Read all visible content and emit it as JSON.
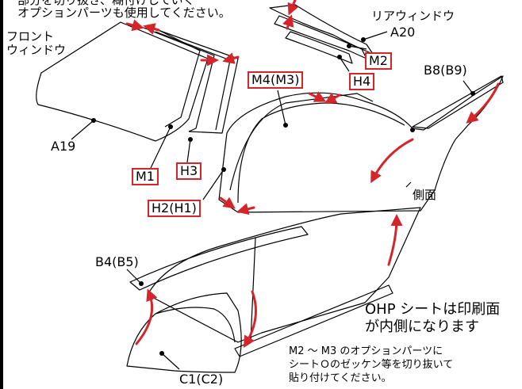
{
  "labels": {
    "top_note_1": "部分を切り抜き、糊付けしていく",
    "top_note_2": "オプションパーツも使用してください。",
    "front_window_1": "フロント",
    "front_window_2": "ウィンドウ",
    "rear_window": "リアウィンドウ",
    "a20": "A20",
    "m2": "M2",
    "h4": "H4",
    "m4_m3": "M4(M3)",
    "b8_b9": "B8(B9)",
    "a19": "A19",
    "m1": "M1",
    "h3": "H3",
    "h2_h1": "H2(H1)",
    "side": "側面",
    "b4_b5": "B4(B5)",
    "c1_c2": "C1(C2)",
    "ohp_note_1": "OHP シートは印刷面",
    "ohp_note_2": "が内側になります",
    "option_note_1": "M2 ～ M3 のオプションパーツに",
    "option_note_2": "シートＯのゼッケン等を切り抜いて",
    "option_note_3": "貼り付けてください。"
  },
  "colors": {
    "accent_red": "#d4252b",
    "line": "#000000"
  }
}
